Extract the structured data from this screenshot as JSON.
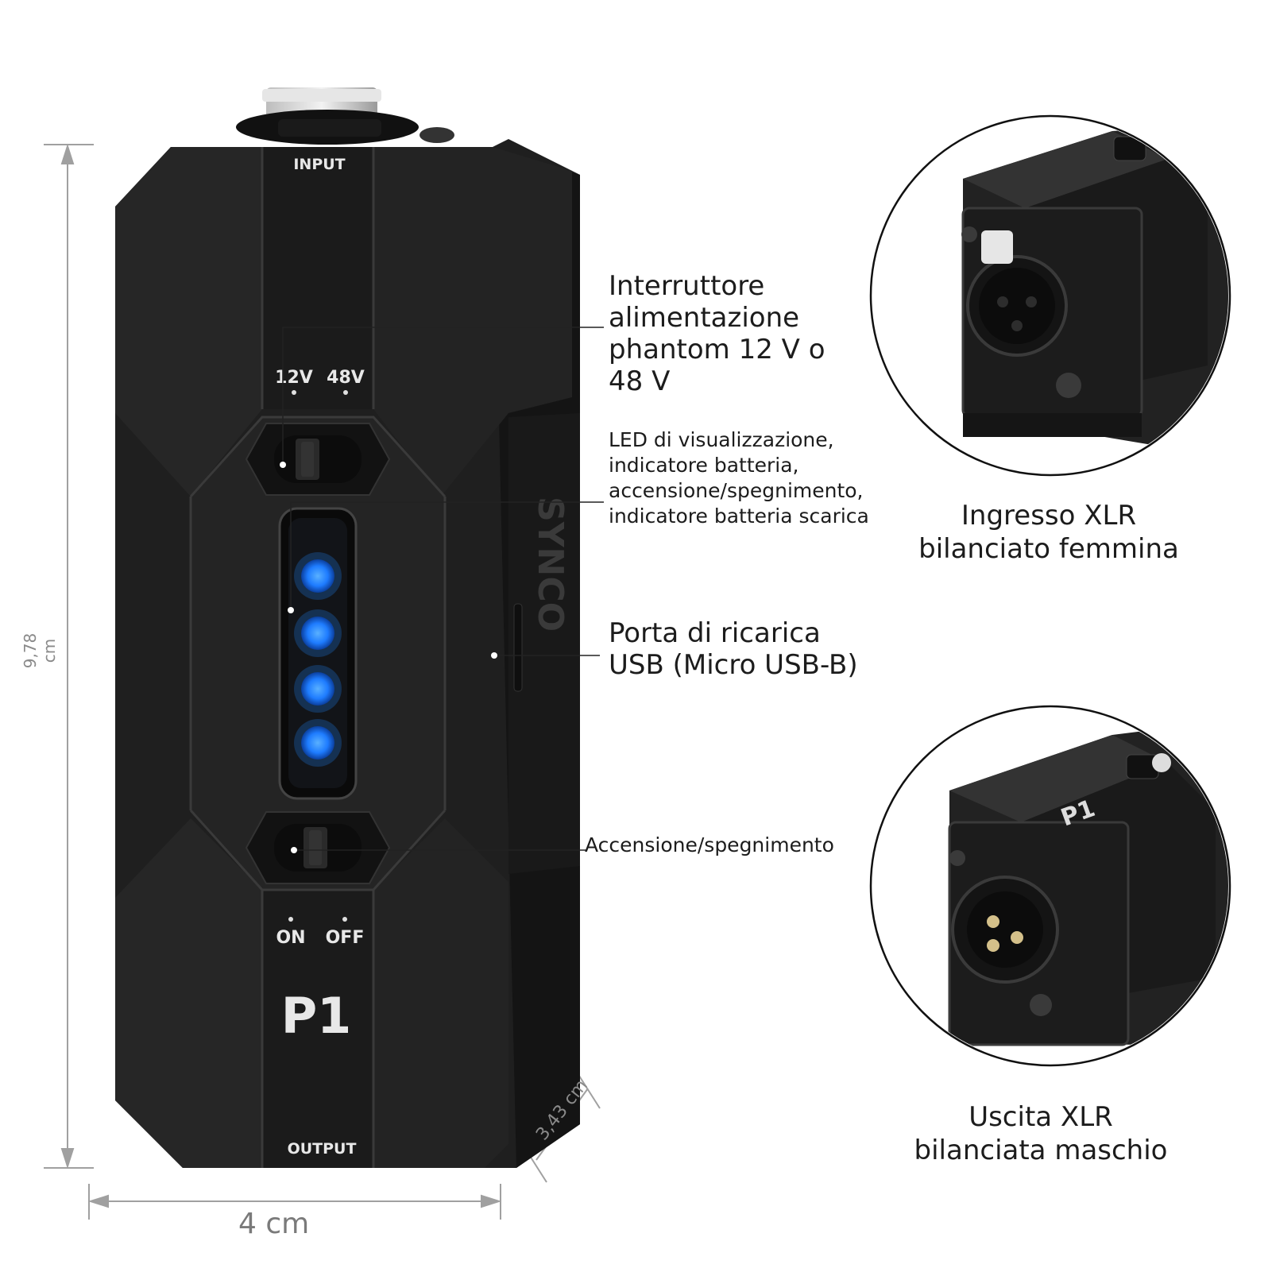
{
  "device": {
    "input_label": "INPUT",
    "output_label": "OUTPUT",
    "v12_label": "12V",
    "v48_label": "48V",
    "on_label": "ON",
    "off_label": "OFF",
    "model": "P1",
    "brand": "SYNCO",
    "led_level": 4
  },
  "callouts": {
    "phantom": [
      "Interruttore",
      "alimentazione",
      "phantom 12 V o",
      "48 V"
    ],
    "led": [
      "LED di visualizzazione,",
      "indicatore batteria,",
      "accensione/spegnimento,",
      "indicatore batteria scarica"
    ],
    "usb": [
      "Porta di ricarica",
      "USB (Micro USB-B)"
    ],
    "power": "Accensione/spegnimento"
  },
  "captions": {
    "input_xlr": [
      "Ingresso XLR",
      "bilanciato femmina"
    ],
    "output_xlr": [
      "Uscita XLR",
      "bilanciata maschio"
    ]
  },
  "dimensions": {
    "height": "9,78 cm",
    "width": "4 cm",
    "depth": "3,43 cm"
  },
  "colors": {
    "body": "#1e1e1e",
    "panel": "#2b2b2b",
    "led": "#1e88ff",
    "dim_line": "#a0a0a0"
  }
}
